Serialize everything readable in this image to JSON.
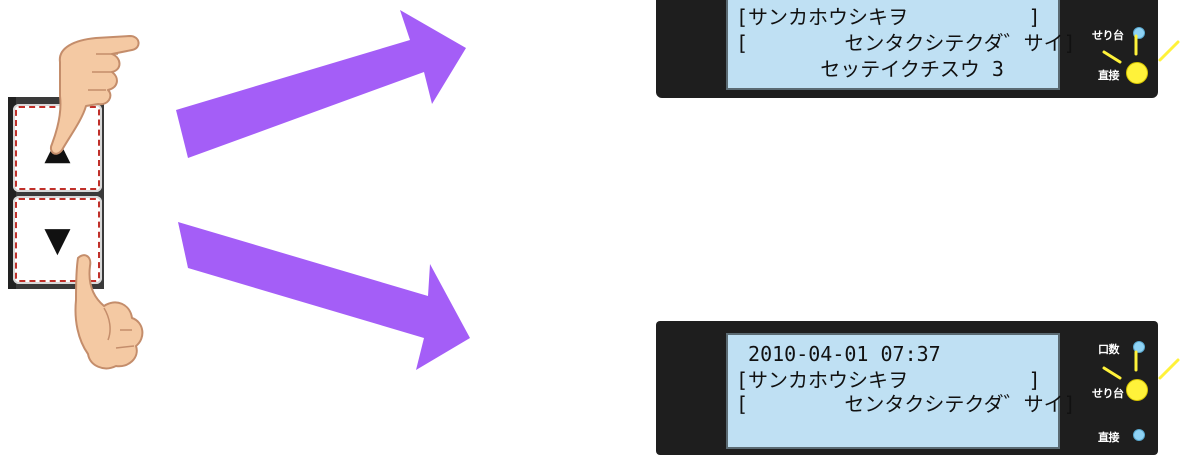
{
  "buttons": {
    "up_glyph": "▲",
    "down_glyph": "▼"
  },
  "top_display": {
    "lines": [
      "[サンカホウシキヲ          ]",
      "[        センタクシテクダ゛サイ]",
      "       セッテイクチスウ 3"
    ],
    "indicators": [
      {
        "label": "せり台",
        "state": "off"
      },
      {
        "label": "直接",
        "state": "lit"
      }
    ]
  },
  "bottom_display": {
    "lines": [
      " 2010-04-01 07:37",
      "[サンカホウシキヲ          ]",
      "[        センタクシテクダ゛サイ]"
    ],
    "indicators": [
      {
        "label": "口数",
        "state": "off"
      },
      {
        "label": "せり台",
        "state": "lit"
      },
      {
        "label": "直接",
        "state": "off"
      }
    ]
  },
  "colors": {
    "arrow": "#a45ef7",
    "lcd_background": "#bfe0f3",
    "panel": "#1e1e1e",
    "led_lit": "#fff23a",
    "led_off": "#8fd3f5",
    "key_border": "#c0302a"
  },
  "icons": [
    "hand-pointing-down-icon",
    "hand-pointing-up-icon",
    "up-triangle-icon",
    "down-triangle-icon"
  ]
}
